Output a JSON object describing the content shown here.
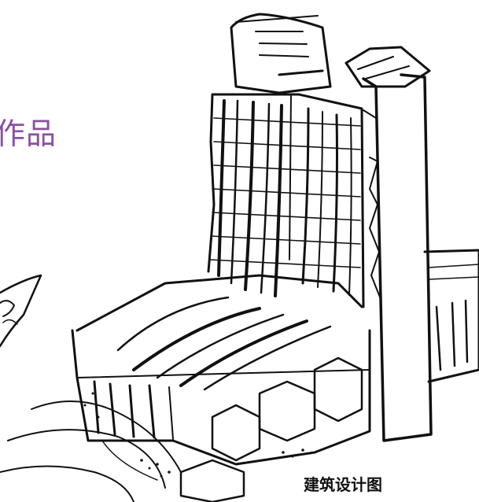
{
  "slide": {
    "title_fragment": "作品",
    "caption": "建筑设计图"
  },
  "colors": {
    "title": "#8a4fa3",
    "ink": "#111111",
    "background": "#ffffff"
  },
  "illustration": {
    "subject": "building-sketch"
  }
}
